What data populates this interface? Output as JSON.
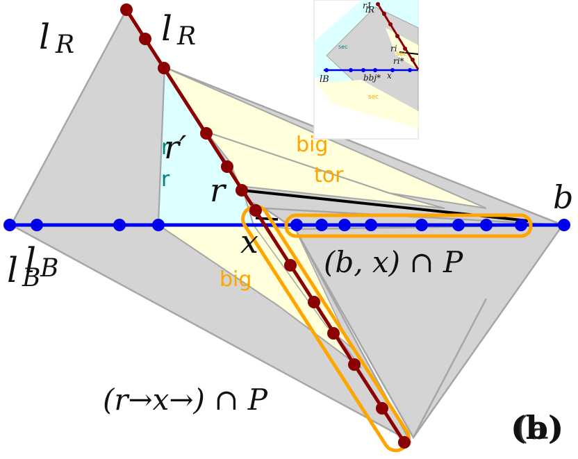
{
  "colors": {
    "gray_region": "#d4d4d4",
    "gray_stroke": "#a6a6a6",
    "yellow_region": "#ffffdc",
    "cyan_region": "#dcffff",
    "red_line": "#8b0000",
    "blue_line": "#0000ee",
    "orange_highlight": "#ffa500",
    "black_segment": "#000000",
    "teal_text": "#008080",
    "orange_text": "#ffa500"
  },
  "labels": {
    "lR_left": "l",
    "lR_left_sub": "R",
    "lR_top": "l",
    "lR_top_sub": "R",
    "lB_a": "l",
    "lB_a_sub": "B",
    "lB_b": "l",
    "lB_b_sub": "B",
    "r_prime": "r′",
    "r_faint_a": "r",
    "r_faint_b": "r",
    "r": "r",
    "x": "x",
    "b": "b",
    "big_top": "big",
    "tor_top": "tor",
    "big_bottom": "big",
    "bx_cap_p": "(b, x) ∩ P",
    "rx_cap_p": "(r→x→) ∩ P",
    "panel_a": "(b)",
    "panel_b": "(a)"
  },
  "inset": {
    "r1": "r1",
    "lR": "lR",
    "ri": "ri",
    "ri_star": "ri*",
    "lB": "lB",
    "bb": "bbj*",
    "x": "x",
    "sec_a": "sec",
    "sec_b": "sec",
    "sec_c": "sec"
  }
}
